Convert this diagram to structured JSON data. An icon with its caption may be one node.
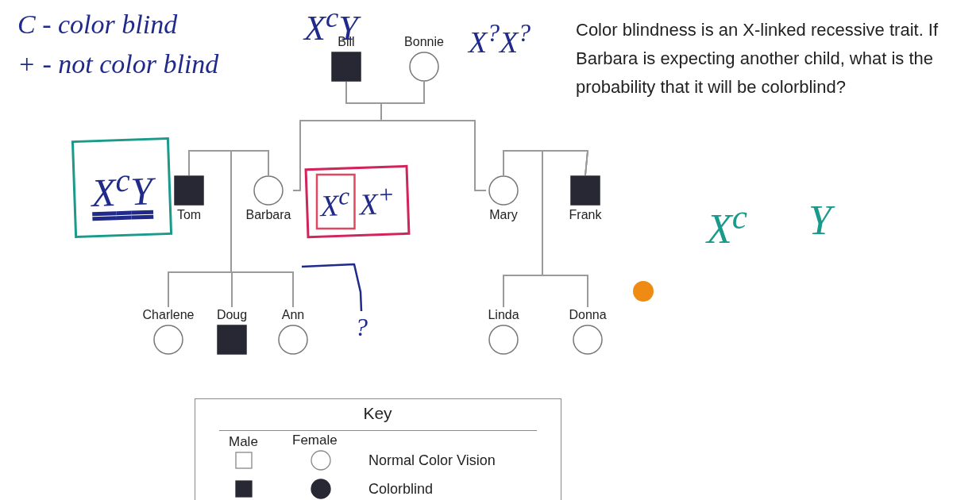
{
  "diagram": {
    "nodes": [
      {
        "text": [
          "Bill"
        ],
        "beside": [
          "X$^{c}$Y"
        ]
      },
      {
        "text": [
          "Bonnie"
        ],
        "beside": [
          "X$^{?}$X$^{?}$"
        ]
      },
      {
        "text": [
          "Tom"
        ],
        "beside": [
          "X$^{c}$Y"
        ]
      },
      {
        "text": [
          "Barbara"
        ],
        "beside": [
          "X$^{c}$X$^{+}$"
        ]
      },
      {
        "text": [
          "Mary"
        ]
      },
      {
        "text": [
          "Frank"
        ]
      },
      {
        "text": [
          "Charlene"
        ]
      },
      {
        "text": [
          "Doug"
        ]
      },
      {
        "text": [
          "Ann"
        ]
      },
      {
        "text": [
          "?"
        ]
      },
      {
        "text": [
          "Linda"
        ]
      },
      {
        "text": [
          "Donna"
        ]
      }
    ],
    "edges": [
      {
        "from": 0,
        "to": 1,
        "arrow": "none"
      },
      {
        "from": 0,
        "to": 3,
        "arrow": "none"
      },
      {
        "from": 1,
        "to": 3,
        "arrow": "none"
      },
      {
        "from": 0,
        "to": 4,
        "arrow": "none"
      },
      {
        "from": 1,
        "to": 4,
        "arrow": "none"
      },
      {
        "from": 2,
        "to": 3,
        "arrow": "none"
      },
      {
        "from": 2,
        "to": 6,
        "arrow": "none"
      },
      {
        "from": 3,
        "to": 6,
        "arrow": "none"
      },
      {
        "from": 2,
        "to": 7,
        "arrow": "none"
      },
      {
        "from": 3,
        "to": 7,
        "arrow": "none"
      },
      {
        "from": 2,
        "to": 8,
        "arrow": "none"
      },
      {
        "from": 3,
        "to": 8,
        "arrow": "none"
      },
      {
        "from": null,
        "to": 9,
        "arrow": "none",
        "color": "#1f2a8a"
      },
      {
        "from": 4,
        "to": 5,
        "arrow": "none"
      },
      {
        "from": 4,
        "to": 10,
        "arrow": "none"
      },
      {
        "from": 5,
        "to": 10,
        "arrow": "none"
      },
      {
        "from": 4,
        "to": 11,
        "arrow": "none"
      },
      {
        "from": 5,
        "to": 11,
        "arrow": "none"
      }
    ],
    "labels": [
      "C - color blind",
      "+ - not color blind",
      "Color blindness is an X-linked recessive trait. If Barbara is expecting another child, what is the probability that it will be colorblind?",
      "X$^{c}$",
      "Y",
      "Key",
      "Male",
      "Female"
    ],
    "legend": [
      {
        "text": "Normal Color Vision"
      },
      {
        "text": "Colorblind"
      }
    ]
  }
}
